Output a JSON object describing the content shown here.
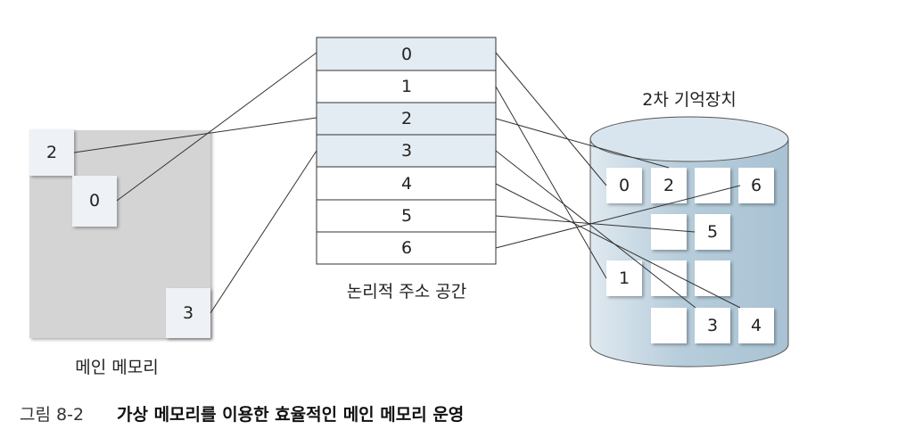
{
  "colors": {
    "highlight": "#e4ecf3",
    "page_box": "#eef2f6",
    "memory_area": "#d4d4d4",
    "cylinder_fill": "#b9cfdd",
    "cylinder_top": "#d9e5ee",
    "line": "#333333"
  },
  "logical_space": {
    "label": "논리적 주소 공간",
    "pages": [
      {
        "number": "0",
        "highlighted": true
      },
      {
        "number": "1",
        "highlighted": false
      },
      {
        "number": "2",
        "highlighted": true
      },
      {
        "number": "3",
        "highlighted": true
      },
      {
        "number": "4",
        "highlighted": false
      },
      {
        "number": "5",
        "highlighted": false
      },
      {
        "number": "6",
        "highlighted": false
      }
    ]
  },
  "main_memory": {
    "label": "메인 메모리",
    "pages": [
      "2",
      "0",
      "3"
    ]
  },
  "secondary_storage": {
    "label": "2차 기억장치",
    "pages": [
      "0",
      "2",
      "6",
      "5",
      "1",
      "3",
      "4"
    ]
  },
  "caption": {
    "number": "그림 8-2",
    "title": "가상 메모리를 이용한 효율적인 메인 메모리 운영"
  }
}
